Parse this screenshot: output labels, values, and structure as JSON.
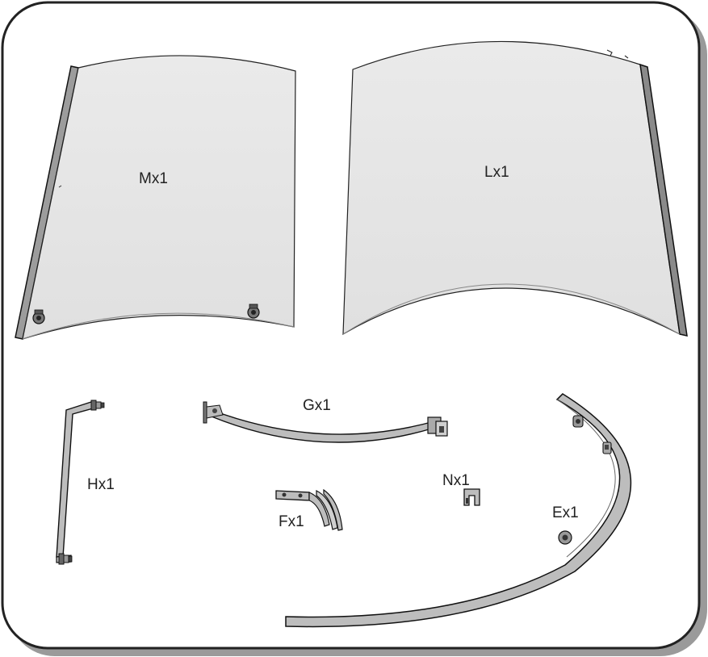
{
  "parts": {
    "panel_m": {
      "label": "Mx1"
    },
    "panel_l": {
      "label": "Lx1"
    },
    "part_h": {
      "label": "Hx1"
    },
    "part_g": {
      "label": "Gx1"
    },
    "part_f": {
      "label": "Fx1"
    },
    "part_n": {
      "label": "Nx1"
    },
    "part_e": {
      "label": "Ex1"
    }
  },
  "colors": {
    "frame_border": "#222222",
    "frame_shadow": "#9a9a9a",
    "glass_fill": "#e6e6e6",
    "part_fill": "#bdbdbd",
    "outline": "#111111"
  }
}
